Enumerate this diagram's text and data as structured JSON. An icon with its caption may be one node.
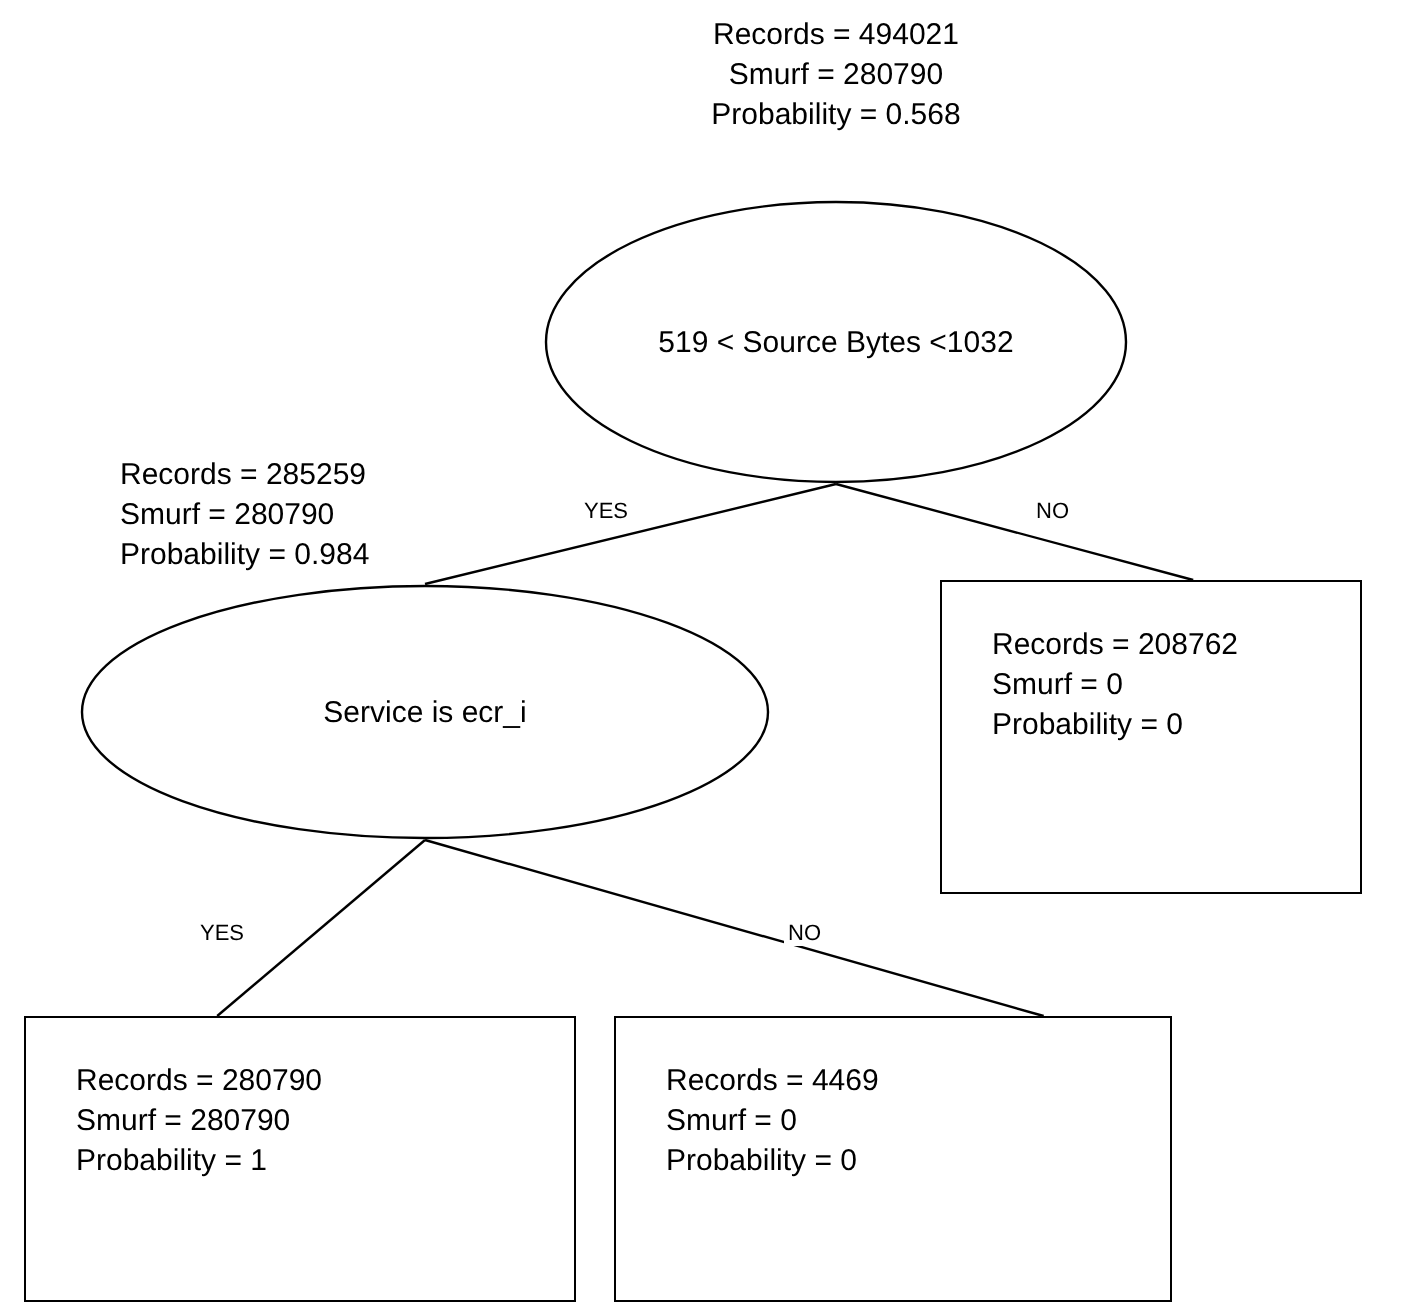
{
  "diagram": {
    "nodes": [
      {
        "text": [
          "519 < Source Bytes <1032"
        ],
        "beside": [
          "Records = 494021",
          "Smurf = 280790",
          "Probability = 0.568"
        ]
      },
      {
        "text": [
          "Service is ecr_i"
        ],
        "beside": [
          "Records = 285259",
          "Smurf = 280790",
          "Probability = 0.984"
        ]
      },
      {
        "text": [
          "Records = 208762",
          "Smurf = 0",
          "Probability = 0"
        ]
      },
      {
        "text": [
          "Records = 280790",
          "Smurf = 280790",
          "Probability = 1"
        ]
      },
      {
        "text": [
          "Records = 4469",
          "Smurf = 0",
          "Probability = 0"
        ]
      }
    ],
    "edges": [
      {
        "from": 0,
        "to": 1,
        "arrow": "none",
        "label": "YES"
      },
      {
        "from": 0,
        "to": 2,
        "arrow": "none",
        "label": "NO"
      },
      {
        "from": 1,
        "to": 3,
        "arrow": "none",
        "label": "YES"
      },
      {
        "from": 1,
        "to": 4,
        "arrow": "none",
        "label": "NO"
      }
    ]
  }
}
